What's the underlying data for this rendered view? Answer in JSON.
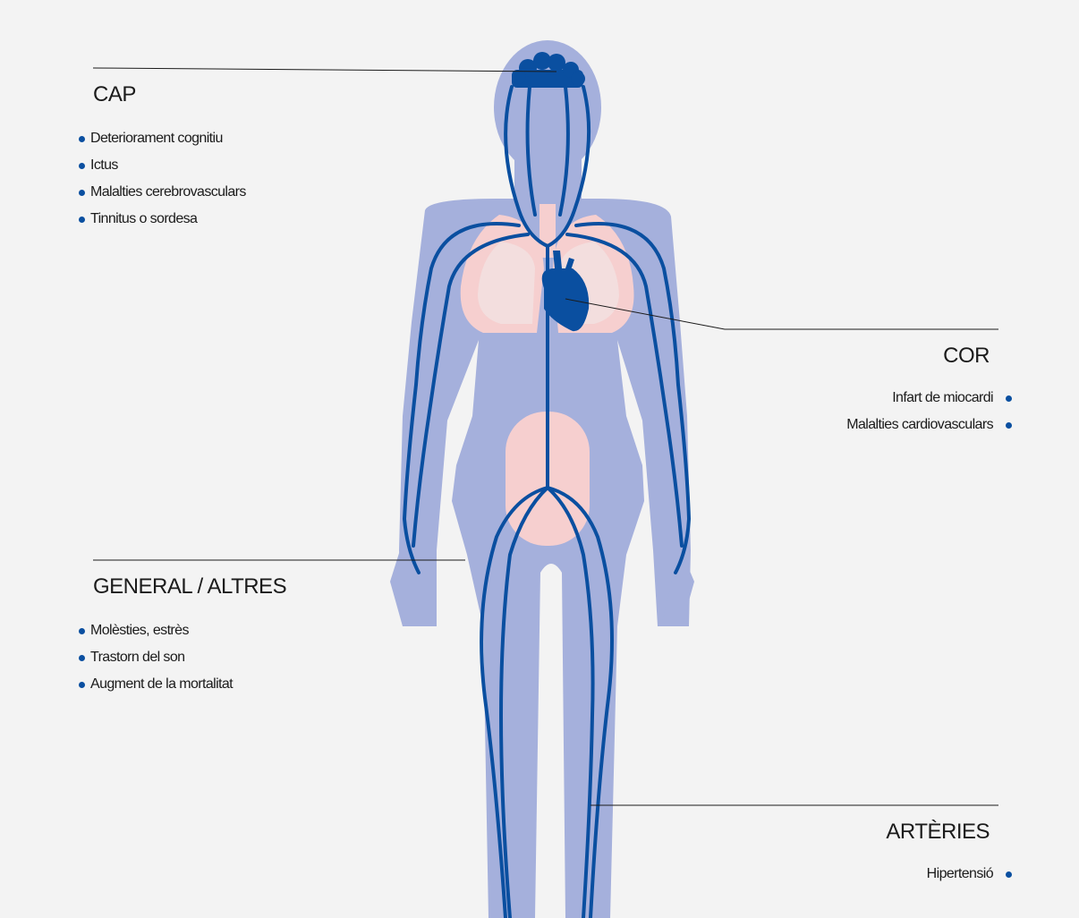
{
  "sections": {
    "cap": {
      "title": "CAP",
      "items": [
        "Deteriorament cognitiu",
        "Ictus",
        "Malalties cerebrovasculars",
        "Tinnitus o sordesa"
      ]
    },
    "cor": {
      "title": "COR",
      "items": [
        "Infart de miocardi",
        "Malalties cardiovasculars"
      ]
    },
    "general": {
      "title": "GENERAL / ALTRES",
      "items": [
        "Molèsties, estrès",
        "Trastorn del son",
        "Augment de la mortalitat"
      ]
    },
    "arteries": {
      "title": "ARTÈRIES",
      "items": [
        "Hipertensió"
      ]
    }
  },
  "colors": {
    "background": "#f3f3f3",
    "body": "#a5b0dc",
    "vessel": "#0a4fa0",
    "organ": "#f6cfcf",
    "organ_inner": "#f3dede",
    "bullet": "#0a4fa0",
    "leader_line": "#1b1b1b"
  }
}
